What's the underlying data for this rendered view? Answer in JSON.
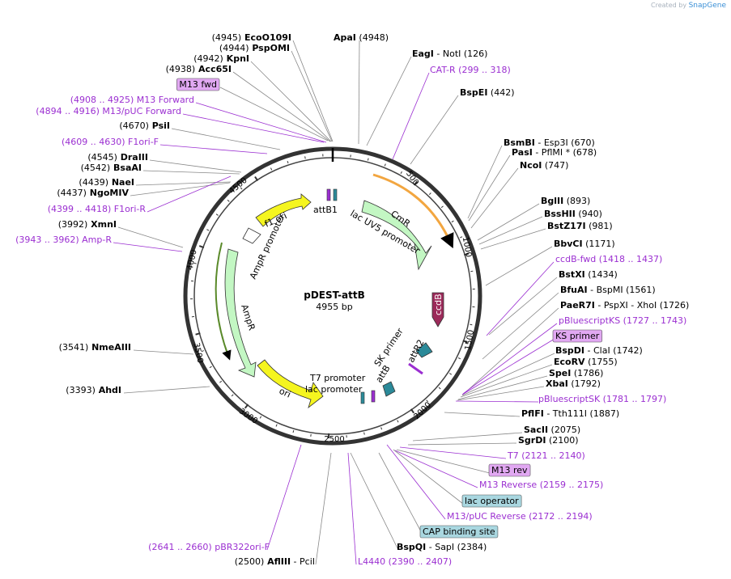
{
  "header": {
    "credit_prefix": "Created by",
    "credit_brand": "SnapGene"
  },
  "map": {
    "name": "pDEST-attB",
    "length_label": "4955 bp",
    "total_bp": 4955,
    "ticks": [
      "500",
      "1000",
      "1500",
      "2000",
      "2500",
      "3000",
      "3500",
      "4000",
      "4500"
    ]
  },
  "features": [
    {
      "name": "CmR",
      "color": "#c3f7c3"
    },
    {
      "name": "ccdB",
      "color": "#9c2a5a"
    },
    {
      "name": "attR2",
      "color": "#2b8a99"
    },
    {
      "name": "ori",
      "color": "#f5f51f"
    },
    {
      "name": "AmpR",
      "color": "#c3f7c3"
    },
    {
      "name": "AmpR promoter",
      "color": "#ffffff"
    },
    {
      "name": "f1 ori",
      "color": "#f5f51f"
    },
    {
      "name": "attB1",
      "color": "#2b8a99"
    },
    {
      "name": "attB",
      "color": "#2b8a99"
    },
    {
      "name": "lac UV5 promoter",
      "color": "#ffffff"
    },
    {
      "name": "T7 promoter",
      "color": "#ffffff"
    },
    {
      "name": "lac promoter",
      "color": "#ffffff"
    },
    {
      "name": "SK primer",
      "color": "#ffffff"
    }
  ],
  "sites": [
    {
      "pre": "(4945)",
      "name": "EcoO109I",
      "post": ""
    },
    {
      "pre": "(4944)",
      "name": "PspOMI",
      "post": ""
    },
    {
      "pre": "(4942)",
      "name": "KpnI",
      "post": ""
    },
    {
      "pre": "(4938)",
      "name": "Acc65I",
      "post": ""
    },
    {
      "pre": "",
      "name": "M13 fwd",
      "post": ""
    },
    {
      "pre": "(4908 .. 4925)",
      "name": "M13 Forward",
      "post": ""
    },
    {
      "pre": "(4894 .. 4916)",
      "name": "M13/pUC Forward",
      "post": ""
    },
    {
      "pre": "(4670)",
      "name": "PsiI",
      "post": ""
    },
    {
      "pre": "(4609 .. 4630)",
      "name": "F1ori-F",
      "post": ""
    },
    {
      "pre": "(4545)",
      "name": "DraIII",
      "post": ""
    },
    {
      "pre": "(4542)",
      "name": "BsaAI",
      "post": ""
    },
    {
      "pre": "(4439)",
      "name": "NaeI",
      "post": ""
    },
    {
      "pre": "(4437)",
      "name": "NgoMIV",
      "post": ""
    },
    {
      "pre": "(4399 .. 4418)",
      "name": "F1ori-R",
      "post": ""
    },
    {
      "pre": "(3992)",
      "name": "XmnI",
      "post": ""
    },
    {
      "pre": "(3943 .. 3962)",
      "name": "Amp-R",
      "post": ""
    },
    {
      "pre": "(3541)",
      "name": "NmeAIII",
      "post": ""
    },
    {
      "pre": "(3393)",
      "name": "AhdI",
      "post": ""
    },
    {
      "pre": "(2641 .. 2660)",
      "name": "pBR322ori-F",
      "post": ""
    },
    {
      "pre": "(2500)",
      "name": "AflIII",
      "post": "- PciI"
    },
    {
      "pre": "",
      "name": "ApaI",
      "post": "(4948)"
    },
    {
      "pre": "",
      "name": "EagI",
      "post": "- NotI  (126)"
    },
    {
      "pre": "",
      "name": "CAT-R",
      "post": "(299 .. 318)"
    },
    {
      "pre": "",
      "name": "BspEI",
      "post": "(442)"
    },
    {
      "pre": "",
      "name": "BsmBI",
      "post": "- Esp3I  (670)"
    },
    {
      "pre": "",
      "name": "PasI",
      "post": "- PflMI *  (678)"
    },
    {
      "pre": "",
      "name": "NcoI",
      "post": "(747)"
    },
    {
      "pre": "",
      "name": "BglII",
      "post": "(893)"
    },
    {
      "pre": "",
      "name": "BssHII",
      "post": "(940)"
    },
    {
      "pre": "",
      "name": "BstZ17I",
      "post": "(981)"
    },
    {
      "pre": "",
      "name": "BbvCI",
      "post": "(1171)"
    },
    {
      "pre": "",
      "name": "ccdB-fwd",
      "post": "(1418 .. 1437)"
    },
    {
      "pre": "",
      "name": "BstXI",
      "post": "(1434)"
    },
    {
      "pre": "",
      "name": "BfuAI",
      "post": "- BspMI  (1561)"
    },
    {
      "pre": "",
      "name": "PaeR7I",
      "post": "- PspXI - XhoI  (1726)"
    },
    {
      "pre": "",
      "name": "pBluescriptKS",
      "post": "(1727 .. 1743)"
    },
    {
      "pre": "",
      "name": "KS primer",
      "post": ""
    },
    {
      "pre": "",
      "name": "BspDI",
      "post": "- ClaI  (1742)"
    },
    {
      "pre": "",
      "name": "EcoRV",
      "post": "(1755)"
    },
    {
      "pre": "",
      "name": "SpeI",
      "post": "(1786)"
    },
    {
      "pre": "",
      "name": "XbaI",
      "post": "(1792)"
    },
    {
      "pre": "",
      "name": "pBluescriptSK",
      "post": "(1781 .. 1797)"
    },
    {
      "pre": "",
      "name": "PflFI",
      "post": "- Tth111I  (1887)"
    },
    {
      "pre": "",
      "name": "SacII",
      "post": "(2075)"
    },
    {
      "pre": "",
      "name": "SgrDI",
      "post": "(2100)"
    },
    {
      "pre": "",
      "name": "T7",
      "post": "(2121 .. 2140)"
    },
    {
      "pre": "",
      "name": "M13 rev",
      "post": ""
    },
    {
      "pre": "",
      "name": "M13 Reverse",
      "post": "(2159 .. 2175)"
    },
    {
      "pre": "",
      "name": "lac operator",
      "post": ""
    },
    {
      "pre": "",
      "name": "M13/pUC Reverse",
      "post": "(2172 .. 2194)"
    },
    {
      "pre": "",
      "name": "CAP binding site",
      "post": ""
    },
    {
      "pre": "",
      "name": "BspQI",
      "post": "- SapI  (2384)"
    },
    {
      "pre": "",
      "name": "L4440",
      "post": "(2390 .. 2407)"
    }
  ],
  "colors": {
    "primer": "#9b2fd1",
    "primer_box": "#e1a8f2",
    "feature_box": "#a9d7e0",
    "line": "#888888"
  }
}
